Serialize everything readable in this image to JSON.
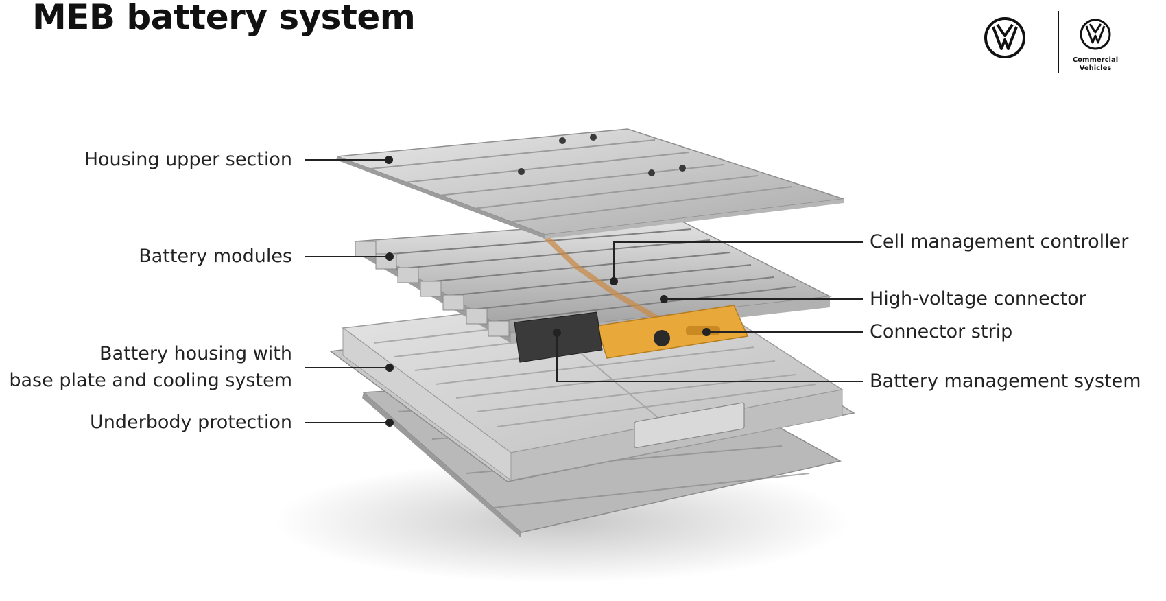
{
  "header": {
    "title": "MEB battery system"
  },
  "logos": {
    "main_brand": "vw-logo",
    "sub_brand": "vw-logo",
    "sub_brand_text_line1": "Commercial",
    "sub_brand_text_line2": "Vehicles"
  },
  "callouts_left": [
    {
      "label": "Housing upper section"
    },
    {
      "label": "Battery modules"
    },
    {
      "label": "Battery housing with",
      "label2": "base plate and cooling system"
    },
    {
      "label": "Underbody protection"
    }
  ],
  "callouts_right": [
    {
      "label": "Cell management controller"
    },
    {
      "label": "High-voltage connector"
    },
    {
      "label": "Connector strip"
    },
    {
      "label": "Battery management system"
    }
  ],
  "colors": {
    "text": "#1a1a1a",
    "line": "#222222",
    "metal_light": "#d9d9d9",
    "metal_mid": "#b5b5b5",
    "metal_dark": "#8a8a8a",
    "connector_orange": "#e9a93a"
  }
}
